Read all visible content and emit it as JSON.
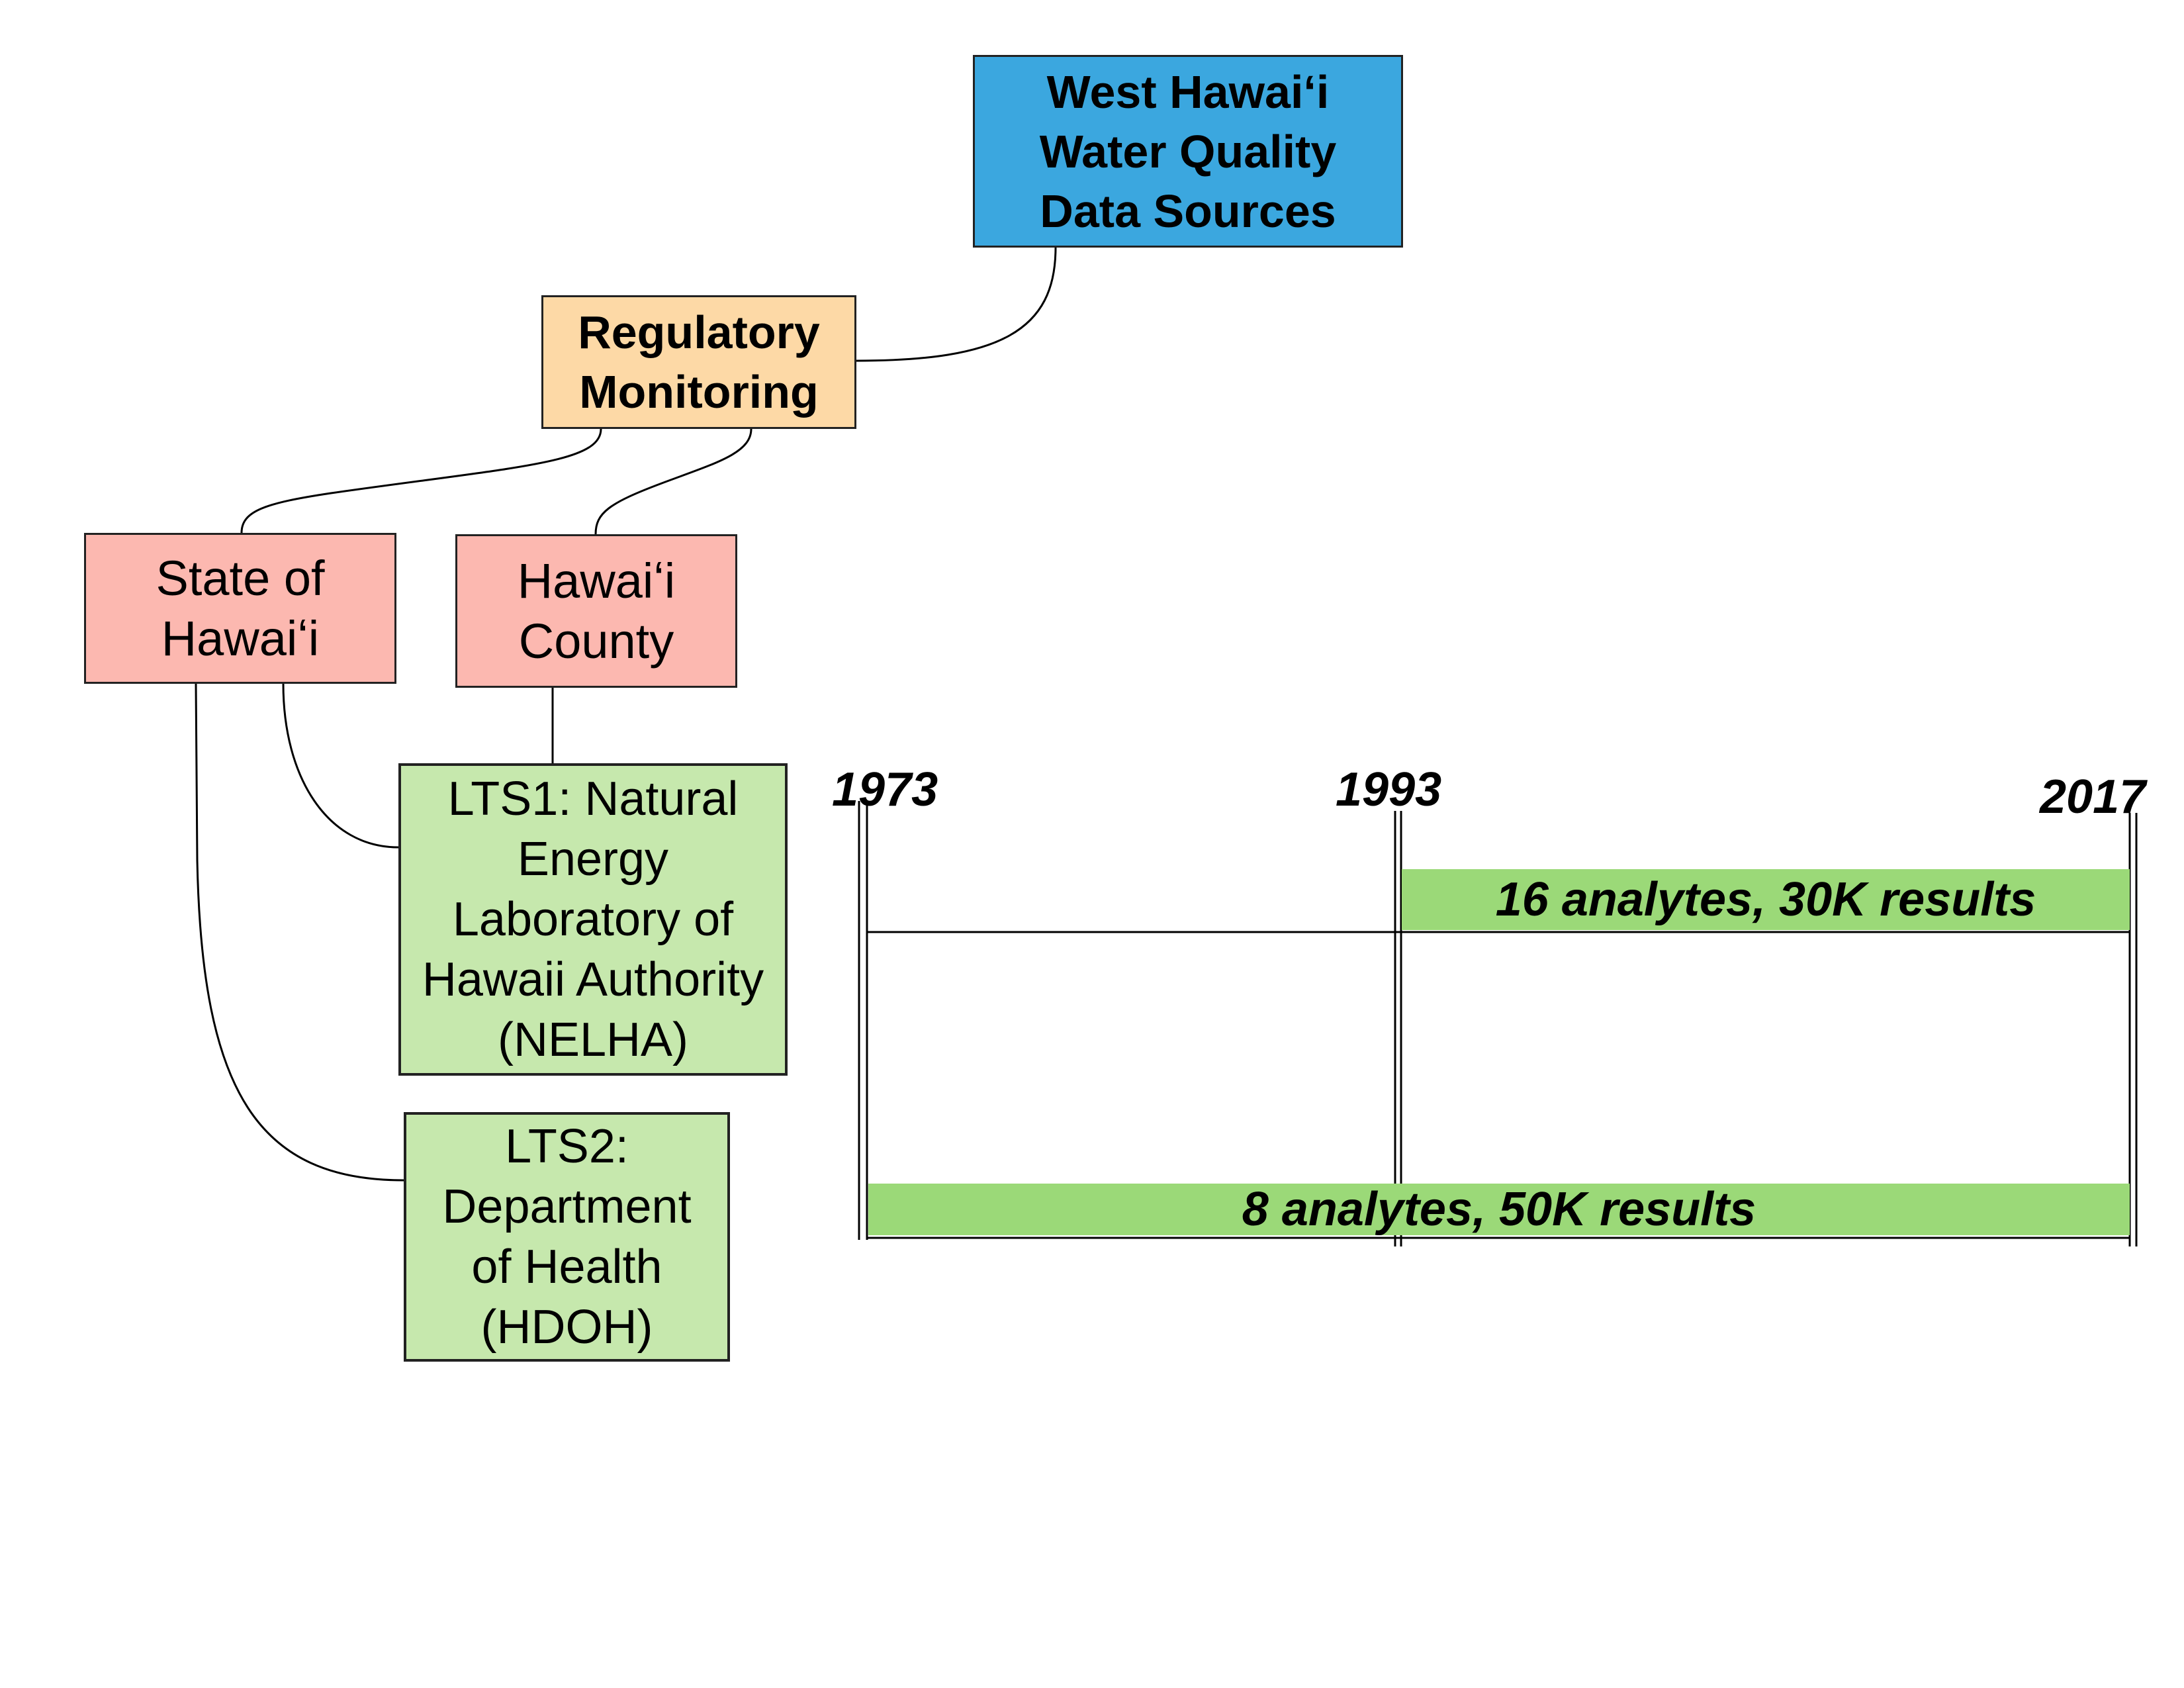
{
  "nodes": {
    "root": {
      "lines": [
        "West Hawaiʻi",
        "Water Quality",
        "Data Sources"
      ],
      "color": "#3ba7df"
    },
    "regulatory": {
      "lines": [
        "Regulatory",
        "Monitoring"
      ],
      "color": "#fdd9a6"
    },
    "state": {
      "lines": [
        "State of",
        "Hawaiʻi"
      ],
      "color": "#fcb8b0"
    },
    "county": {
      "lines": [
        "Hawaiʻi",
        "County"
      ],
      "color": "#fcb8b0"
    },
    "lts1": {
      "lines": [
        "LTS1: Natural",
        "Energy",
        "Laboratory of",
        "Hawaii Authority",
        "(NELHA)"
      ],
      "color": "#c6e8ad"
    },
    "lts2": {
      "lines": [
        "LTS2:",
        "Department",
        "of Health",
        "(HDOH)"
      ],
      "color": "#c6e8ad"
    }
  },
  "timeline": {
    "years": [
      "1973",
      "1993",
      "2017"
    ],
    "bars": [
      {
        "label": "16 analytes, 30K results",
        "start_year": 1993,
        "end_year": 2017
      },
      {
        "label": "8 analytes, 50K results",
        "start_year": 1973,
        "end_year": 2017
      }
    ],
    "bar_color": "#9bd978"
  }
}
